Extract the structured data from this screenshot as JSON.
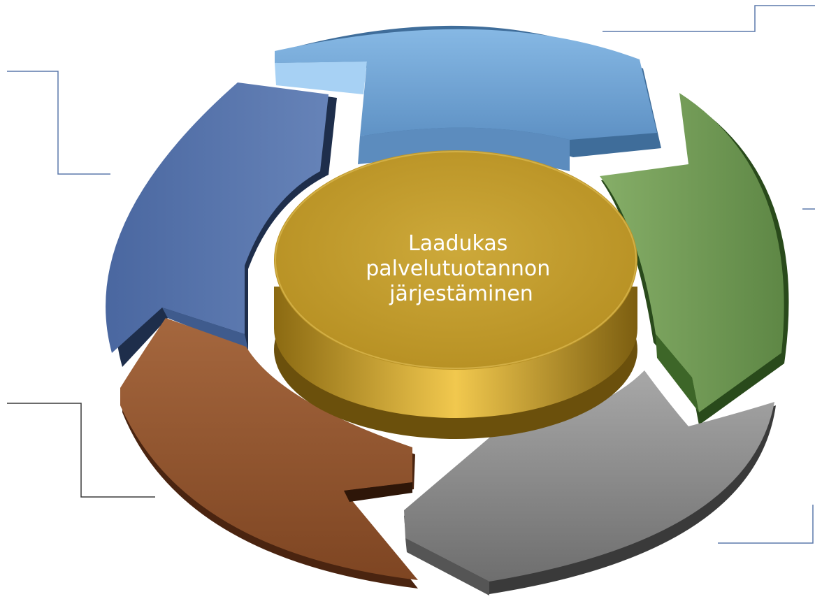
{
  "center": {
    "label_lines": [
      "Laadukas",
      "palvelutuotannon",
      "järjestäminen"
    ],
    "color": "#C9A33A"
  },
  "segments": [
    {
      "id": "top",
      "color": "#7AAEDC"
    },
    {
      "id": "right",
      "color": "#77A05A"
    },
    {
      "id": "bottom-right",
      "color": "#9A9A9A"
    },
    {
      "id": "bottom-left",
      "color": "#A0613A"
    },
    {
      "id": "left",
      "color": "#5B78AB"
    }
  ],
  "callouts": [
    "",
    "",
    "",
    "",
    ""
  ]
}
